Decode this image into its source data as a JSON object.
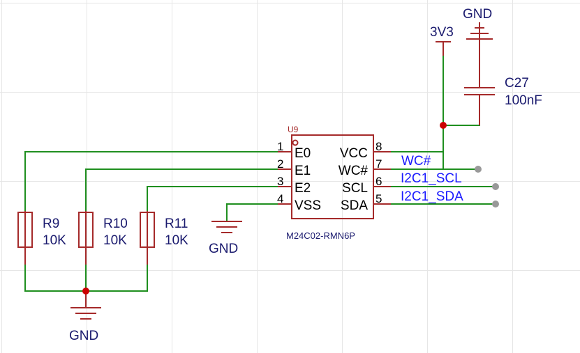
{
  "power": {
    "vcc_net": "3V3",
    "gnd_net": "GND"
  },
  "ic": {
    "ref": "U9",
    "part": "M24C02-RMN6P",
    "pins_left": [
      {
        "num": "1",
        "name": "E0"
      },
      {
        "num": "2",
        "name": "E1"
      },
      {
        "num": "3",
        "name": "E2"
      },
      {
        "num": "4",
        "name": "VSS"
      }
    ],
    "pins_right": [
      {
        "num": "8",
        "name": "VCC"
      },
      {
        "num": "7",
        "name": "WC#"
      },
      {
        "num": "6",
        "name": "SCL"
      },
      {
        "num": "5",
        "name": "SDA"
      }
    ]
  },
  "capacitor": {
    "ref": "C27",
    "value": "100nF"
  },
  "resistors": [
    {
      "ref": "R9",
      "value": "10K"
    },
    {
      "ref": "R10",
      "value": "10K"
    },
    {
      "ref": "R11",
      "value": "10K"
    }
  ],
  "net_labels": [
    "WC#",
    "I2C1_SCL",
    "I2C1_SDA"
  ],
  "colors": {
    "component": "#a52a2a",
    "wire": "#1f8f1f",
    "junction": "#cc0000",
    "net_label": "#1a1aff",
    "text": "#1a1a6e",
    "grid": "#e6e6e6"
  }
}
